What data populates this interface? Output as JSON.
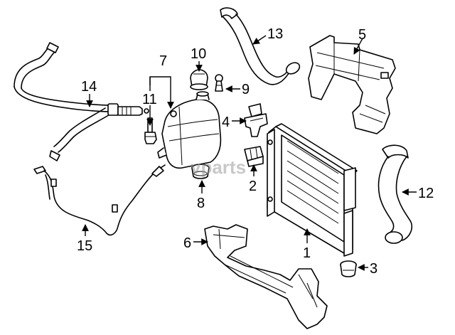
{
  "watermark": "vparts",
  "callouts": {
    "c1": "1",
    "c2": "2",
    "c3": "3",
    "c4": "4",
    "c5": "5",
    "c6": "6",
    "c7": "7",
    "c8": "8",
    "c9": "9",
    "c10": "10",
    "c11": "11",
    "c12": "12",
    "c13": "13",
    "c14": "14",
    "c15": "15"
  }
}
